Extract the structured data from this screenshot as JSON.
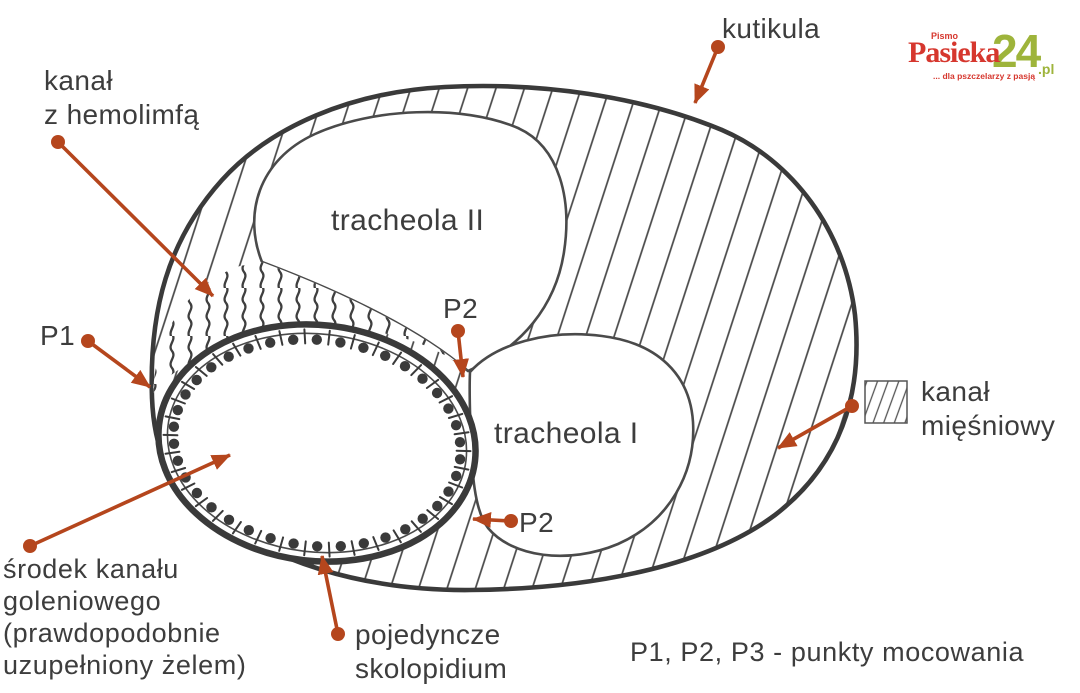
{
  "colors": {
    "arrow": "#b5461d",
    "ink": "#3a3a3a",
    "text": "#3d3d3d",
    "logo_red": "#d6372e",
    "logo_green": "#9eb43b"
  },
  "labels": {
    "hemolymph_canal": {
      "line1": "kanał",
      "line2": "z hemolimfą"
    },
    "cuticle": "kutikula",
    "tracheola_2": "tracheola II",
    "tracheola_1": "tracheola I",
    "p1": "P1",
    "p2_top": "P2",
    "p2_side": "P2",
    "muscle_canal": {
      "line1": "kanał",
      "line2": "mięśniowy"
    },
    "tibial_canal_center": {
      "line1": "środek kanału",
      "line2": "goleniowego",
      "line3": "(prawdopodobnie",
      "line4": "uzupełniony żelem)"
    },
    "scolopidium": {
      "line1": "pojedyncze",
      "line2": "skolopidium"
    },
    "attachment_note": "P1, P2, P3 - punkty mocowania"
  },
  "logo": {
    "pismo": "Pismo",
    "name": "Pasieka",
    "number": "24",
    "tld": ".pl",
    "tagline": "... dla pszczelarzy z pasją"
  }
}
